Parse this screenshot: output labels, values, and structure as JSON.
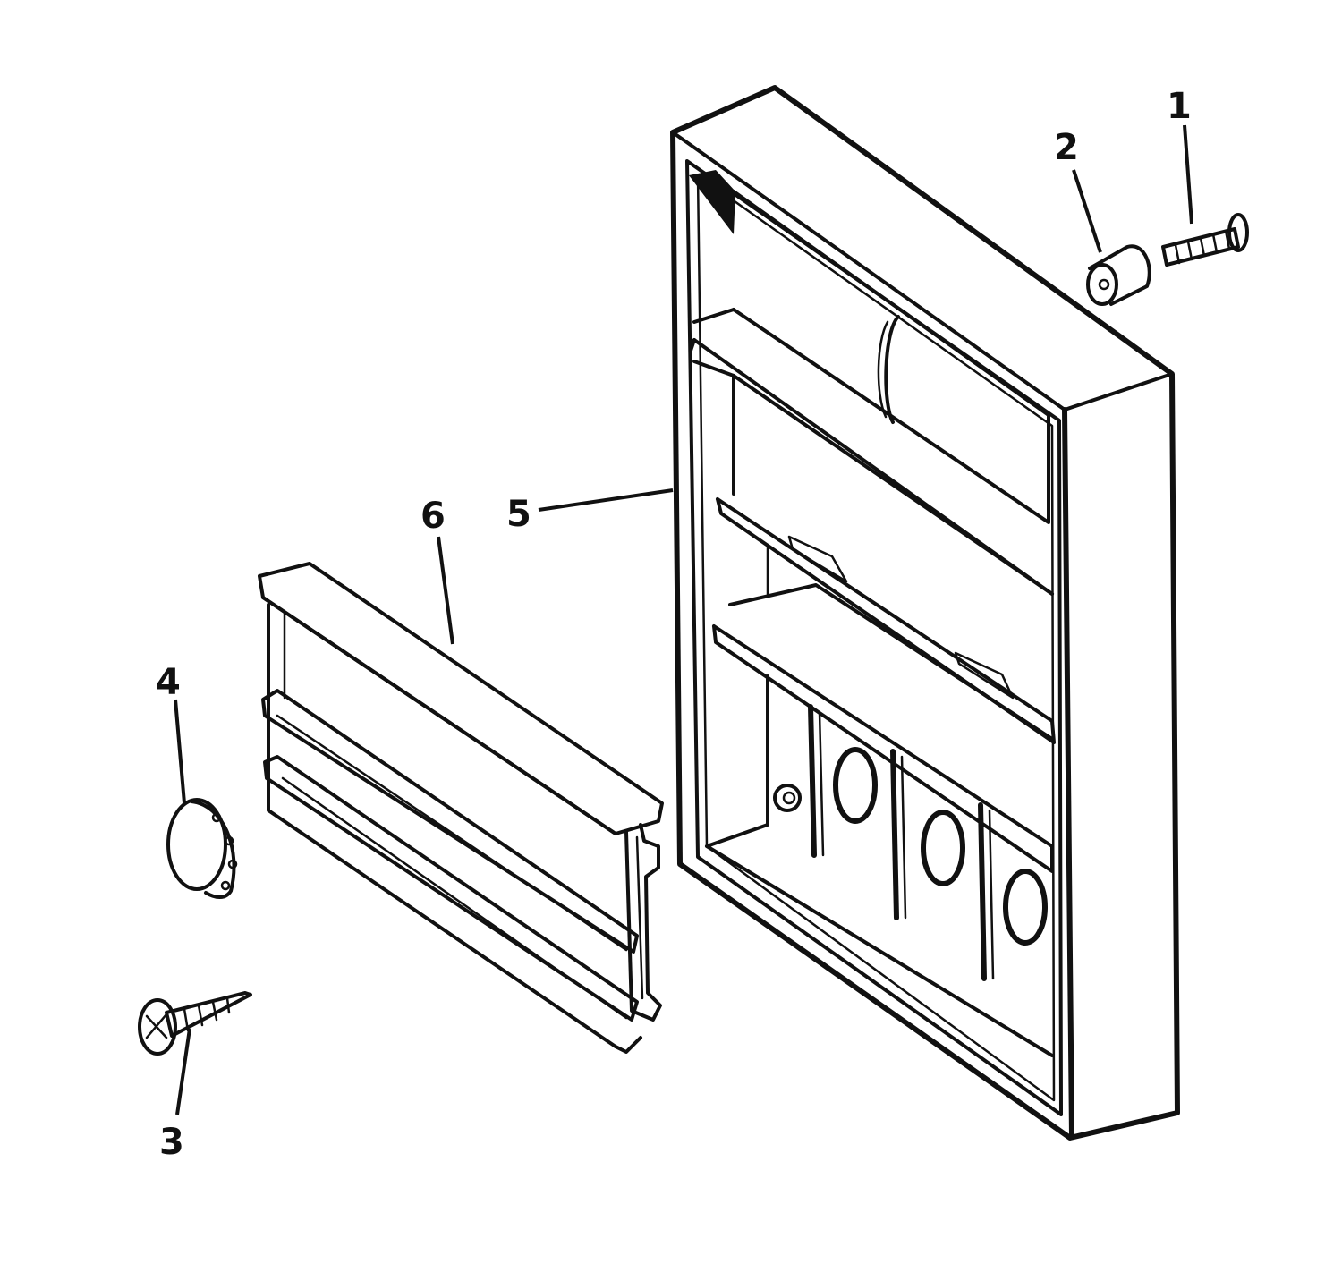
{
  "colors": {
    "ink": "#111111",
    "paper": "#ffffff"
  },
  "callouts": [
    {
      "id": "1",
      "label": "1"
    },
    {
      "id": "2",
      "label": "2"
    },
    {
      "id": "3",
      "label": "3"
    },
    {
      "id": "4",
      "label": "4"
    },
    {
      "id": "5",
      "label": "5"
    },
    {
      "id": "6",
      "label": "6"
    }
  ]
}
